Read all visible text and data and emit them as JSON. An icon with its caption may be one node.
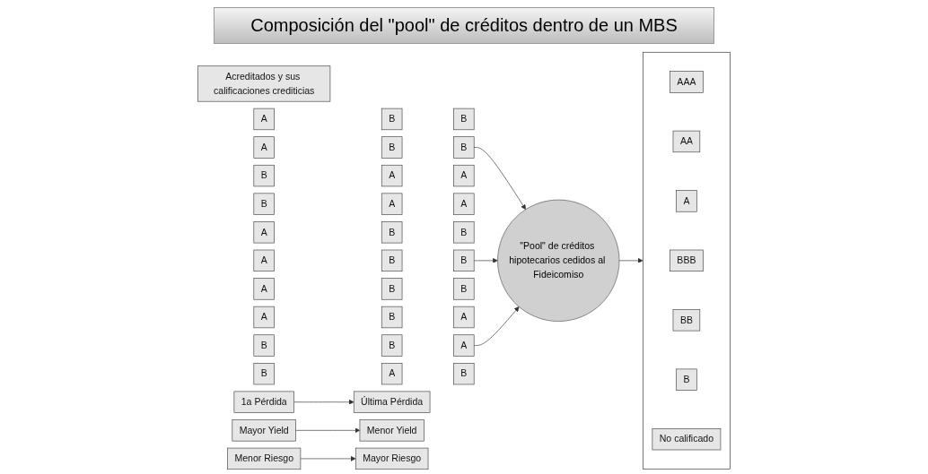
{
  "diagram": {
    "title": "Composición del \"pool\" de créditos dentro de un MBS",
    "nodes": [
      {
        "text": [
          "Acreditados y sus calificaciones crediticias"
        ]
      },
      {
        "text": [
          "A"
        ]
      },
      {
        "text": [
          "B"
        ]
      },
      {
        "text": [
          "B"
        ]
      },
      {
        "text": [
          "A"
        ]
      },
      {
        "text": [
          "B"
        ]
      },
      {
        "text": [
          "B"
        ]
      },
      {
        "text": [
          "B"
        ]
      },
      {
        "text": [
          "A"
        ]
      },
      {
        "text": [
          "A"
        ]
      },
      {
        "text": [
          "B"
        ]
      },
      {
        "text": [
          "A"
        ]
      },
      {
        "text": [
          "A"
        ]
      },
      {
        "text": [
          "A"
        ]
      },
      {
        "text": [
          "B"
        ]
      },
      {
        "text": [
          "B"
        ]
      },
      {
        "text": [
          "A"
        ]
      },
      {
        "text": [
          "B"
        ]
      },
      {
        "text": [
          "B"
        ]
      },
      {
        "text": [
          "A"
        ]
      },
      {
        "text": [
          "B"
        ]
      },
      {
        "text": [
          "B"
        ]
      },
      {
        "text": [
          "A"
        ]
      },
      {
        "text": [
          "B"
        ]
      },
      {
        "text": [
          "A"
        ]
      },
      {
        "text": [
          "B"
        ]
      },
      {
        "text": [
          "B"
        ]
      },
      {
        "text": [
          "A"
        ]
      },
      {
        "text": [
          "B"
        ]
      },
      {
        "text": [
          "A"
        ]
      },
      {
        "text": [
          "B"
        ]
      },
      {
        "text": [
          "\"Pool\" de créditos hipotecarios cedidos al Fideicomiso"
        ]
      },
      {
        "text": [],
        "shape": "box"
      },
      {
        "text": [
          "AAA"
        ],
        "in": 32
      },
      {
        "text": [
          "AA"
        ],
        "in": 32
      },
      {
        "text": [
          "A"
        ],
        "in": 32
      },
      {
        "text": [
          "BBB"
        ],
        "in": 32
      },
      {
        "text": [
          "BB"
        ],
        "in": 32
      },
      {
        "text": [
          "B"
        ],
        "in": 32
      },
      {
        "text": [
          "No calificado"
        ],
        "in": 32
      },
      {
        "text": [
          "Última Pérdida"
        ]
      },
      {
        "text": [
          "Menor Riesgo"
        ]
      },
      {
        "text": [
          "Menor Yield"
        ]
      },
      {
        "text": [
          "1a Pérdida"
        ]
      },
      {
        "text": [
          "Mayor Riesgo"
        ]
      },
      {
        "text": [
          "Mayor Yield"
        ]
      }
    ],
    "edges": [
      {
        "from": 6,
        "to": 31,
        "arrow": "to"
      },
      {
        "from": 18,
        "to": 31,
        "arrow": "to"
      },
      {
        "from": 27,
        "to": 31,
        "arrow": "to"
      },
      {
        "from": 31,
        "to": 32,
        "arrow": "to"
      },
      {
        "from": 43,
        "to": 40,
        "arrow": "to"
      },
      {
        "from": 41,
        "to": 44,
        "arrow": "to"
      },
      {
        "from": 45,
        "to": 42,
        "arrow": "to"
      }
    ]
  }
}
